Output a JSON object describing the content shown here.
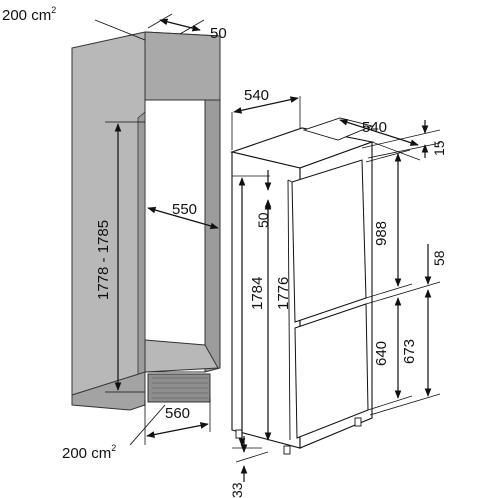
{
  "labels": {
    "vent_top": "200 cm",
    "vent_top_sup": "2",
    "vent_bottom": "200 cm",
    "vent_bottom_sup": "2",
    "top_gap": "50",
    "niche_height": "1778 - 1785",
    "niche_depth": "550",
    "niche_width": "560",
    "appliance_width": "540",
    "appliance_depth": "540",
    "top_offset": "15",
    "freezer_door_height": "988",
    "door_gap": "58",
    "fridge_door_upper": "640",
    "fridge_door_lower": "673",
    "appliance_height_total": "1784",
    "appliance_height_body": "1776",
    "side_gap": "50",
    "bottom_gap": "33"
  },
  "colors": {
    "niche_front": "#b8b8b8",
    "niche_shade": "#9c9c9c",
    "line": "#111111",
    "background": "#ffffff"
  }
}
